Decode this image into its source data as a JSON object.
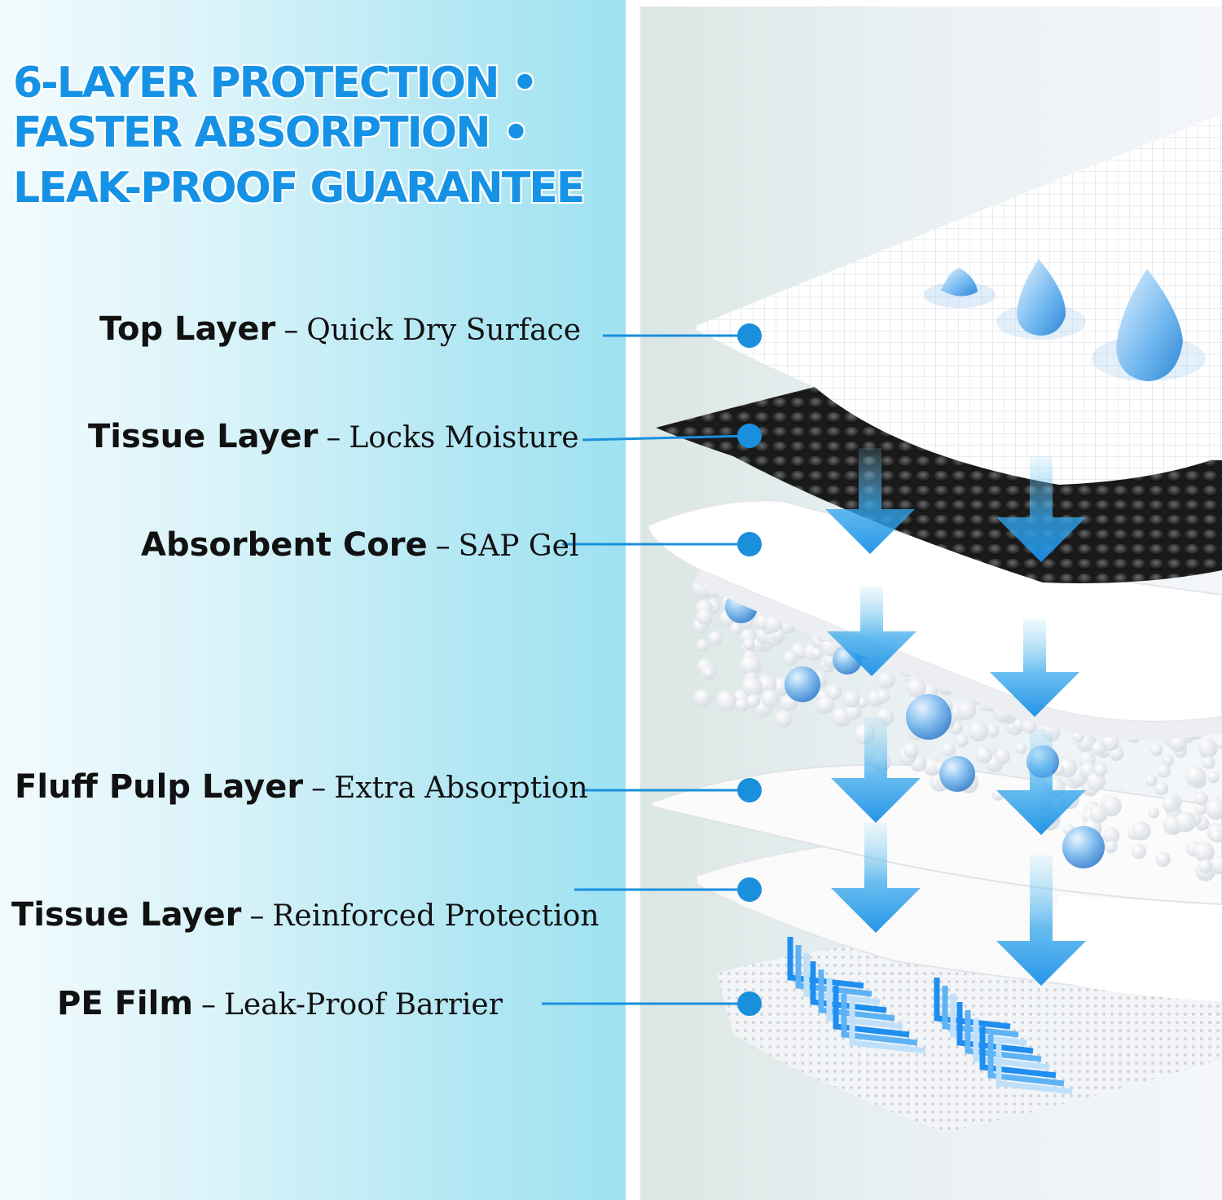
{
  "headline": {
    "line1": "6-LAYER PROTECTION •",
    "line2": "FASTER ABSORPTION •",
    "line3": "LEAK-PROOF GUARANTEE"
  },
  "layers": [
    {
      "name": "Top Layer",
      "separator": "–",
      "description": "Quick Dry Surface"
    },
    {
      "name": "Tissue Layer",
      "separator": "–",
      "description": "Locks Moisture"
    },
    {
      "name": "Absorbent Core",
      "separator": "–",
      "description": "SAP Gel"
    },
    {
      "name": "Fluff Pulp Layer",
      "separator": "–",
      "description": "Extra Absorption"
    },
    {
      "name": "Tissue Layer",
      "separator": "–",
      "description": "Reinforced Protection"
    },
    {
      "name": "PE Film",
      "separator": "–",
      "description": "Leak-Proof Barrier"
    }
  ],
  "colors": {
    "accent": "#1592e6",
    "connector": "#1a8fdc",
    "text": "#111111"
  }
}
